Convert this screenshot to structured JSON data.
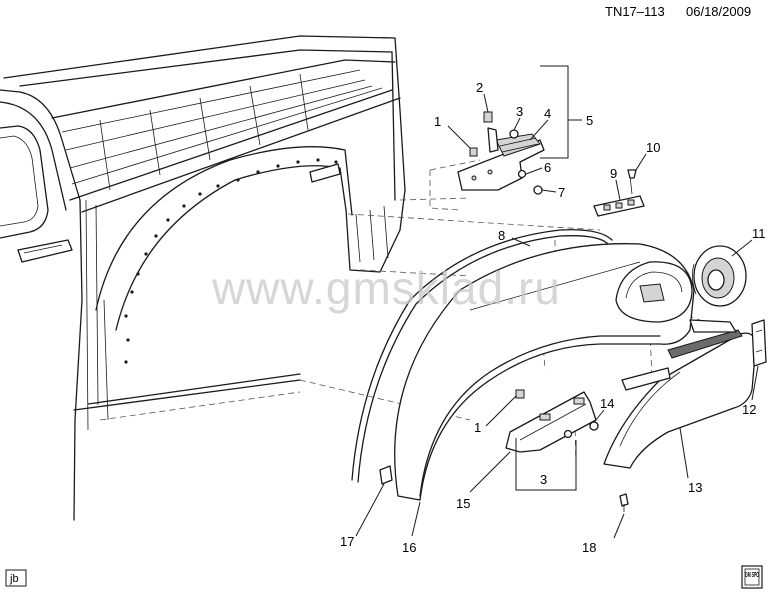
{
  "header": {
    "code": "TN17–113",
    "date": "06/18/2009"
  },
  "watermark": "www.gmsklad.ru",
  "corner_tag": "jb",
  "logo_text": "GM SPO",
  "callouts": [
    {
      "id": "c1a",
      "label": "1"
    },
    {
      "id": "c2",
      "label": "2"
    },
    {
      "id": "c3a",
      "label": "3"
    },
    {
      "id": "c4",
      "label": "4"
    },
    {
      "id": "c5",
      "label": "5"
    },
    {
      "id": "c6",
      "label": "6"
    },
    {
      "id": "c7",
      "label": "7"
    },
    {
      "id": "c8",
      "label": "8"
    },
    {
      "id": "c9",
      "label": "9"
    },
    {
      "id": "c10",
      "label": "10"
    },
    {
      "id": "c11",
      "label": "11"
    },
    {
      "id": "c12",
      "label": "12"
    },
    {
      "id": "c13",
      "label": "13"
    },
    {
      "id": "c14",
      "label": "14"
    },
    {
      "id": "c1b",
      "label": "1"
    },
    {
      "id": "c3b",
      "label": "3"
    },
    {
      "id": "c15",
      "label": "15"
    },
    {
      "id": "c16",
      "label": "16"
    },
    {
      "id": "c17",
      "label": "17"
    },
    {
      "id": "c18",
      "label": "18"
    }
  ]
}
